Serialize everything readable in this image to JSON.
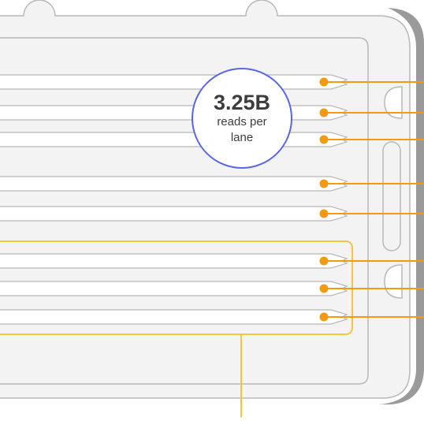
{
  "badge": {
    "value": "3.25B",
    "label": "reads per lane"
  },
  "lanes": {
    "count": 8,
    "highlighted_count": 3
  },
  "colors": {
    "outline": "#b8b8b8",
    "dark_corner": "#9a9a9a",
    "fill": "#f3f3f3",
    "lane_fill": "#ffffff",
    "accent": "#f39a12",
    "highlight": "#f9c33a",
    "badge_border": "#5865e6",
    "text": "#3d3d3d"
  }
}
